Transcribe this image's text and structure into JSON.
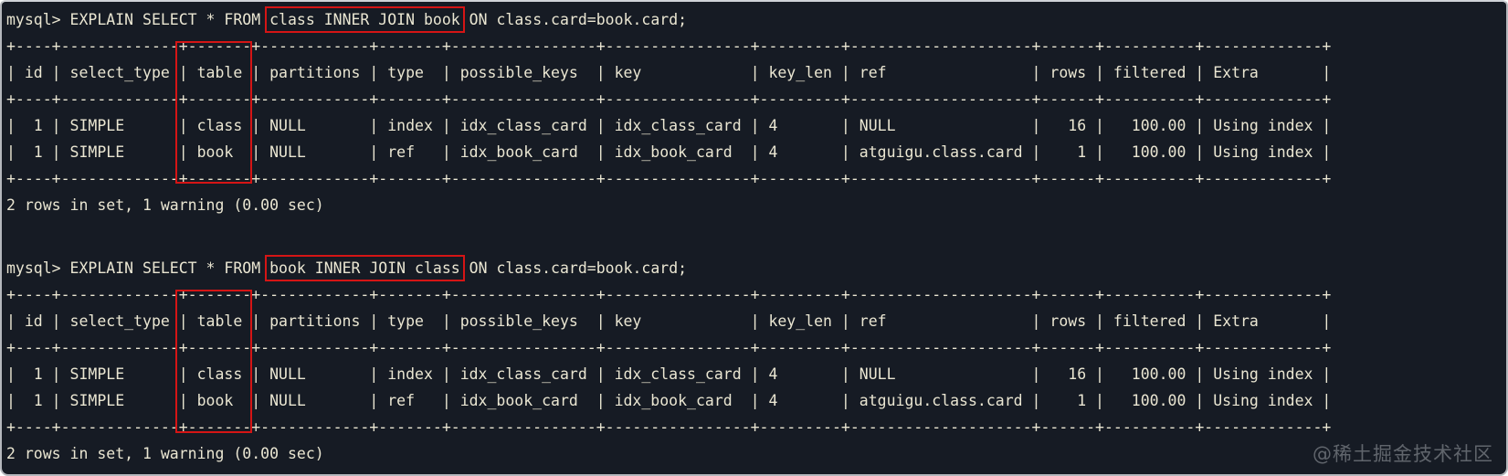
{
  "window": {
    "background_color": "#161b24",
    "text_color": "#eae6d2",
    "highlight_border_color": "#d51515"
  },
  "blocks": [
    {
      "query": {
        "pre": "mysql> EXPLAIN SELECT * FROM ",
        "highlight": "class INNER JOIN book",
        "post": " ON class.card=book.card;"
      },
      "explain_table": {
        "columns": [
          "id",
          "select_type",
          "table",
          "partitions",
          "type",
          "possible_keys",
          "key",
          "key_len",
          "ref",
          "rows",
          "filtered",
          "Extra"
        ],
        "rows": [
          [
            "1",
            "SIMPLE",
            "class",
            "NULL",
            "index",
            "idx_class_card",
            "idx_class_card",
            "4",
            "NULL",
            "16",
            "100.00",
            "Using index"
          ],
          [
            "1",
            "SIMPLE",
            "book",
            "NULL",
            "ref",
            "idx_book_card",
            "idx_book_card",
            "4",
            "atguigu.class.card",
            "1",
            "100.00",
            "Using index"
          ]
        ],
        "highlighted_column": "table"
      },
      "table_ascii": [
        "+----+-------------+-------+------------+-------+----------------+----------------+---------+--------------------+------+----------+-------------+",
        "| id | select_type | table | partitions | type  | possible_keys  | key            | key_len | ref                | rows | filtered | Extra       |",
        "+----+-------------+-------+------------+-------+----------------+----------------+---------+--------------------+------+----------+-------------+",
        "|  1 | SIMPLE      | class | NULL       | index | idx_class_card | idx_class_card | 4       | NULL               |   16 |   100.00 | Using index |",
        "|  1 | SIMPLE      | book  | NULL       | ref   | idx_book_card  | idx_book_card  | 4       | atguigu.class.card |    1 |   100.00 | Using index |",
        "+----+-------------+-------+------------+-------+----------------+----------------+---------+--------------------+------+----------+-------------+"
      ],
      "status": "2 rows in set, 1 warning (0.00 sec)"
    },
    {
      "query": {
        "pre": "mysql> EXPLAIN SELECT * FROM ",
        "highlight": "book INNER JOIN class",
        "post": " ON class.card=book.card;"
      },
      "explain_table": {
        "columns": [
          "id",
          "select_type",
          "table",
          "partitions",
          "type",
          "possible_keys",
          "key",
          "key_len",
          "ref",
          "rows",
          "filtered",
          "Extra"
        ],
        "rows": [
          [
            "1",
            "SIMPLE",
            "class",
            "NULL",
            "index",
            "idx_class_card",
            "idx_class_card",
            "4",
            "NULL",
            "16",
            "100.00",
            "Using index"
          ],
          [
            "1",
            "SIMPLE",
            "book",
            "NULL",
            "ref",
            "idx_book_card",
            "idx_book_card",
            "4",
            "atguigu.class.card",
            "1",
            "100.00",
            "Using index"
          ]
        ],
        "highlighted_column": "table"
      },
      "table_ascii": [
        "+----+-------------+-------+------------+-------+----------------+----------------+---------+--------------------+------+----------+-------------+",
        "| id | select_type | table | partitions | type  | possible_keys  | key            | key_len | ref                | rows | filtered | Extra       |",
        "+----+-------------+-------+------------+-------+----------------+----------------+---------+--------------------+------+----------+-------------+",
        "|  1 | SIMPLE      | class | NULL       | index | idx_class_card | idx_class_card | 4       | NULL               |   16 |   100.00 | Using index |",
        "|  1 | SIMPLE      | book  | NULL       | ref   | idx_book_card  | idx_book_card  | 4       | atguigu.class.card |    1 |   100.00 | Using index |",
        "+----+-------------+-------+------------+-------+----------------+----------------+---------+--------------------+------+----------+-------------+"
      ],
      "status": "2 rows in set, 1 warning (0.00 sec)"
    }
  ],
  "watermark": "@稀土掘金技术社区"
}
